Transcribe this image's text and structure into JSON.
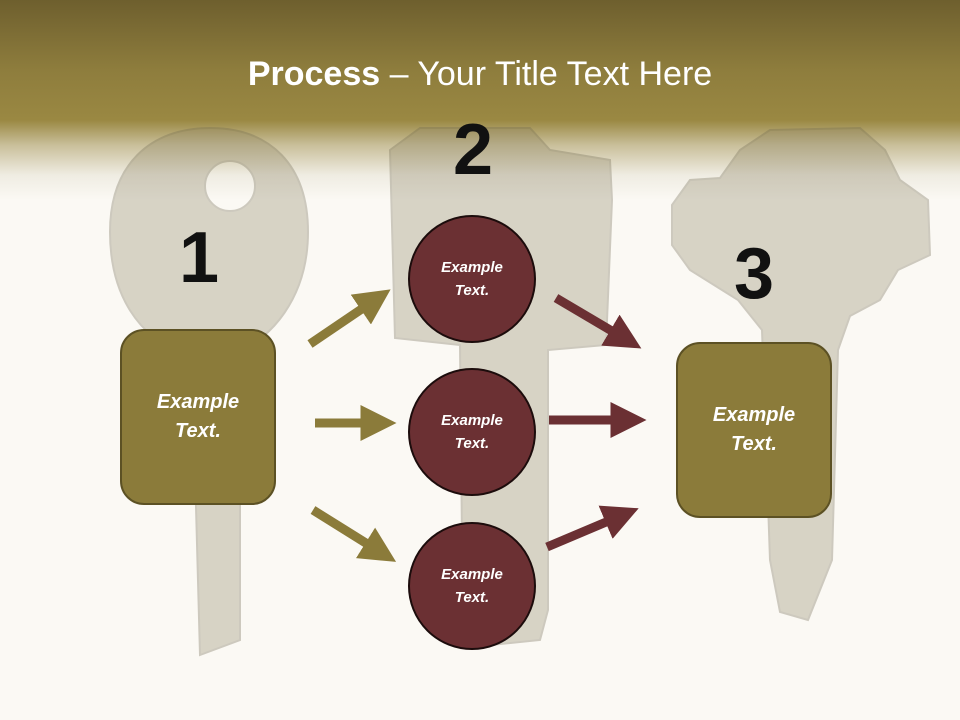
{
  "title": {
    "bold": "Process",
    "rest": " – Your Title Text Here"
  },
  "steps": {
    "one": "1",
    "two": "2",
    "three": "3"
  },
  "left_box": {
    "text": "Example Text."
  },
  "right_box": {
    "text": "Example Text."
  },
  "circles": [
    {
      "text": "Example Text."
    },
    {
      "text": "Example Text."
    },
    {
      "text": "Example Text."
    }
  ],
  "colors": {
    "header": "#8e7d3d",
    "box_fill": "#8b7b3a",
    "circle_fill": "#6b3033",
    "arrow_gold": "#8b7b3a",
    "arrow_maroon": "#6b3033"
  }
}
